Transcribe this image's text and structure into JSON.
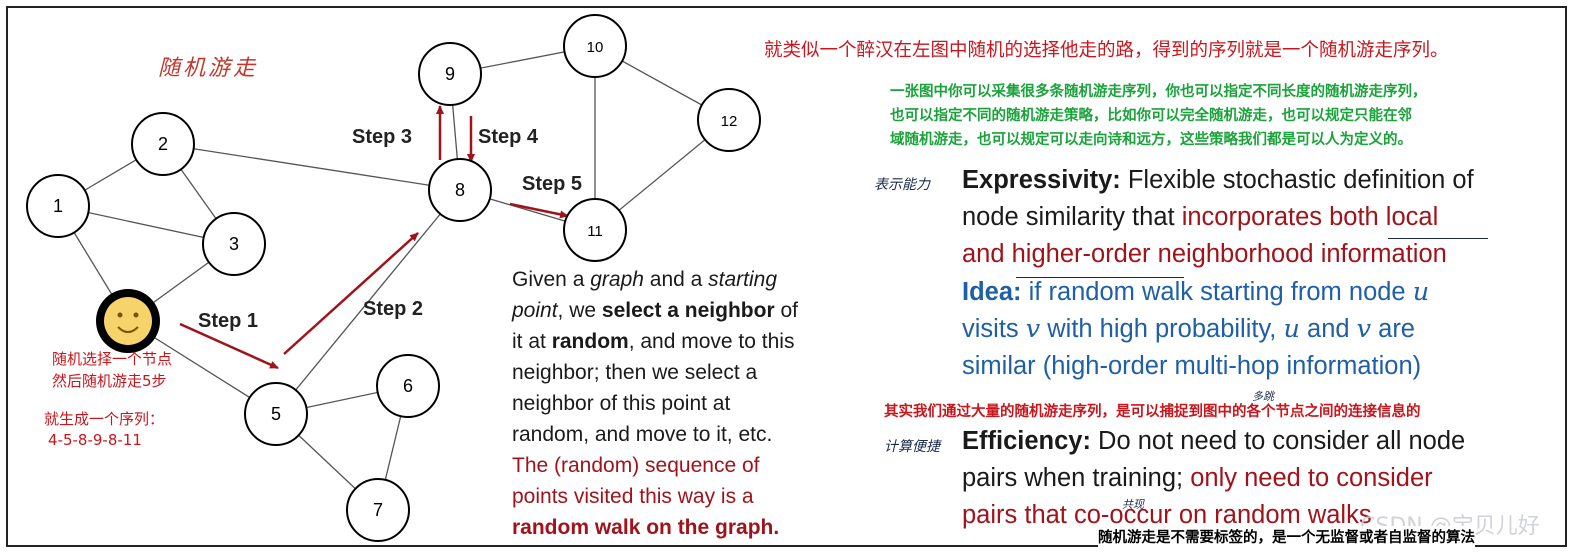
{
  "diagram": {
    "title_hand": "随机游走",
    "nodes": [
      {
        "id": "1",
        "label": "1"
      },
      {
        "id": "2",
        "label": "2"
      },
      {
        "id": "3",
        "label": "3"
      },
      {
        "id": "5",
        "label": "5"
      },
      {
        "id": "6",
        "label": "6"
      },
      {
        "id": "7",
        "label": "7"
      },
      {
        "id": "8",
        "label": "8"
      },
      {
        "id": "9",
        "label": "9"
      },
      {
        "id": "10",
        "label": "10"
      },
      {
        "id": "11",
        "label": "11"
      },
      {
        "id": "12",
        "label": "12"
      }
    ],
    "start_node": "4",
    "edges": [
      [
        "1",
        "2"
      ],
      [
        "1",
        "3"
      ],
      [
        "1",
        "4"
      ],
      [
        "2",
        "3"
      ],
      [
        "2",
        "8"
      ],
      [
        "3",
        "4"
      ],
      [
        "4",
        "5"
      ],
      [
        "5",
        "6"
      ],
      [
        "5",
        "7"
      ],
      [
        "6",
        "7"
      ],
      [
        "5",
        "8"
      ],
      [
        "8",
        "9"
      ],
      [
        "8",
        "11"
      ],
      [
        "9",
        "10"
      ],
      [
        "10",
        "11"
      ],
      [
        "10",
        "12"
      ],
      [
        "11",
        "12"
      ]
    ],
    "steps": [
      {
        "label": "Step 1",
        "from": "4",
        "to": "5"
      },
      {
        "label": "Step 2",
        "from": "5",
        "to": "8"
      },
      {
        "label": "Step 3",
        "from": "8",
        "to": "9"
      },
      {
        "label": "Step 4",
        "from": "9",
        "to": "8"
      },
      {
        "label": "Step 5",
        "from": "8",
        "to": "11"
      }
    ],
    "note_line1": "随机选择一个节点",
    "note_line2": "然后随机游走5步",
    "seq_line1": "就生成一个序列：",
    "seq_line2": "4-5-8-9-8-11",
    "colors": {
      "edge": "#555555",
      "arrow": "#a0131b",
      "node_stroke": "#000000",
      "smiley": "#f6d36b"
    }
  },
  "description": {
    "s1a": "Given a ",
    "s1b": "graph",
    "s1c": " and a ",
    "s1d": "starting",
    "s1e": "point",
    "s1f": ", we ",
    "s1g": "select a neighbor",
    "s1h": " of",
    "s1i": "it at ",
    "s1j": "random",
    "s1k": ", and move to this",
    "s1l": "neighbor; then we select a",
    "s1m": "neighbor of this point at",
    "s1n": "random, and move to it, etc.",
    "s2a": "The (random) sequence of",
    "s2b": "points visited this way is a",
    "s2c": "random walk on the graph."
  },
  "right": {
    "red_heading": "就类似一个醉汉在左图中随机的选择他走的路，得到的序列就是一个随机游走序列。",
    "green_lines": [
      "一张图中你可以采集很多条随机游走序列，你也可以指定不同长度的随机游走序列，",
      "也可以指定不同的随机游走策略，比如你可以完全随机游走，也可以规定只能在邻",
      "域随机游走，也可以规定可以走向诗和远方，这些策略我们都是可以人为定义的。"
    ],
    "note_expressivity": "表示能力",
    "expr_title": "Expressivity:",
    "expr_l1": " Flexible stochastic definition of",
    "expr_l2a": "node similarity that ",
    "expr_l2b": "incorporates both local",
    "expr_l3a": "and higher-order",
    "expr_l3b": " neighborhood information",
    "idea_title": "Idea:",
    "idea_l1": " if random walk starting from node ",
    "var_u": "u",
    "var_v": "v",
    "idea_l2a": "visits ",
    "idea_l2b": " with high probability, ",
    "idea_l2c": " and ",
    "idea_l2d": " are",
    "idea_l3": "similar (high-order multi-hop information)",
    "note_multihop": "多跳",
    "red_mid": "其实我们通过大量的随机游走序列，是可以捕捉到图中的各个节点之间的连接信息的",
    "note_efficiency": "计算便捷",
    "eff_title": "Efficiency:",
    "eff_l1": " Do not need to consider all node",
    "eff_l2a": "pairs when training; ",
    "eff_l2b": "only need to consider",
    "eff_l3": "pairs that co-occur on random walks",
    "note_cooccur": "共现",
    "watermark": "CSDN @宝贝儿好",
    "bottom_note": "随机游走是不需要标签的，是一个无监督或者自监督的算法"
  }
}
